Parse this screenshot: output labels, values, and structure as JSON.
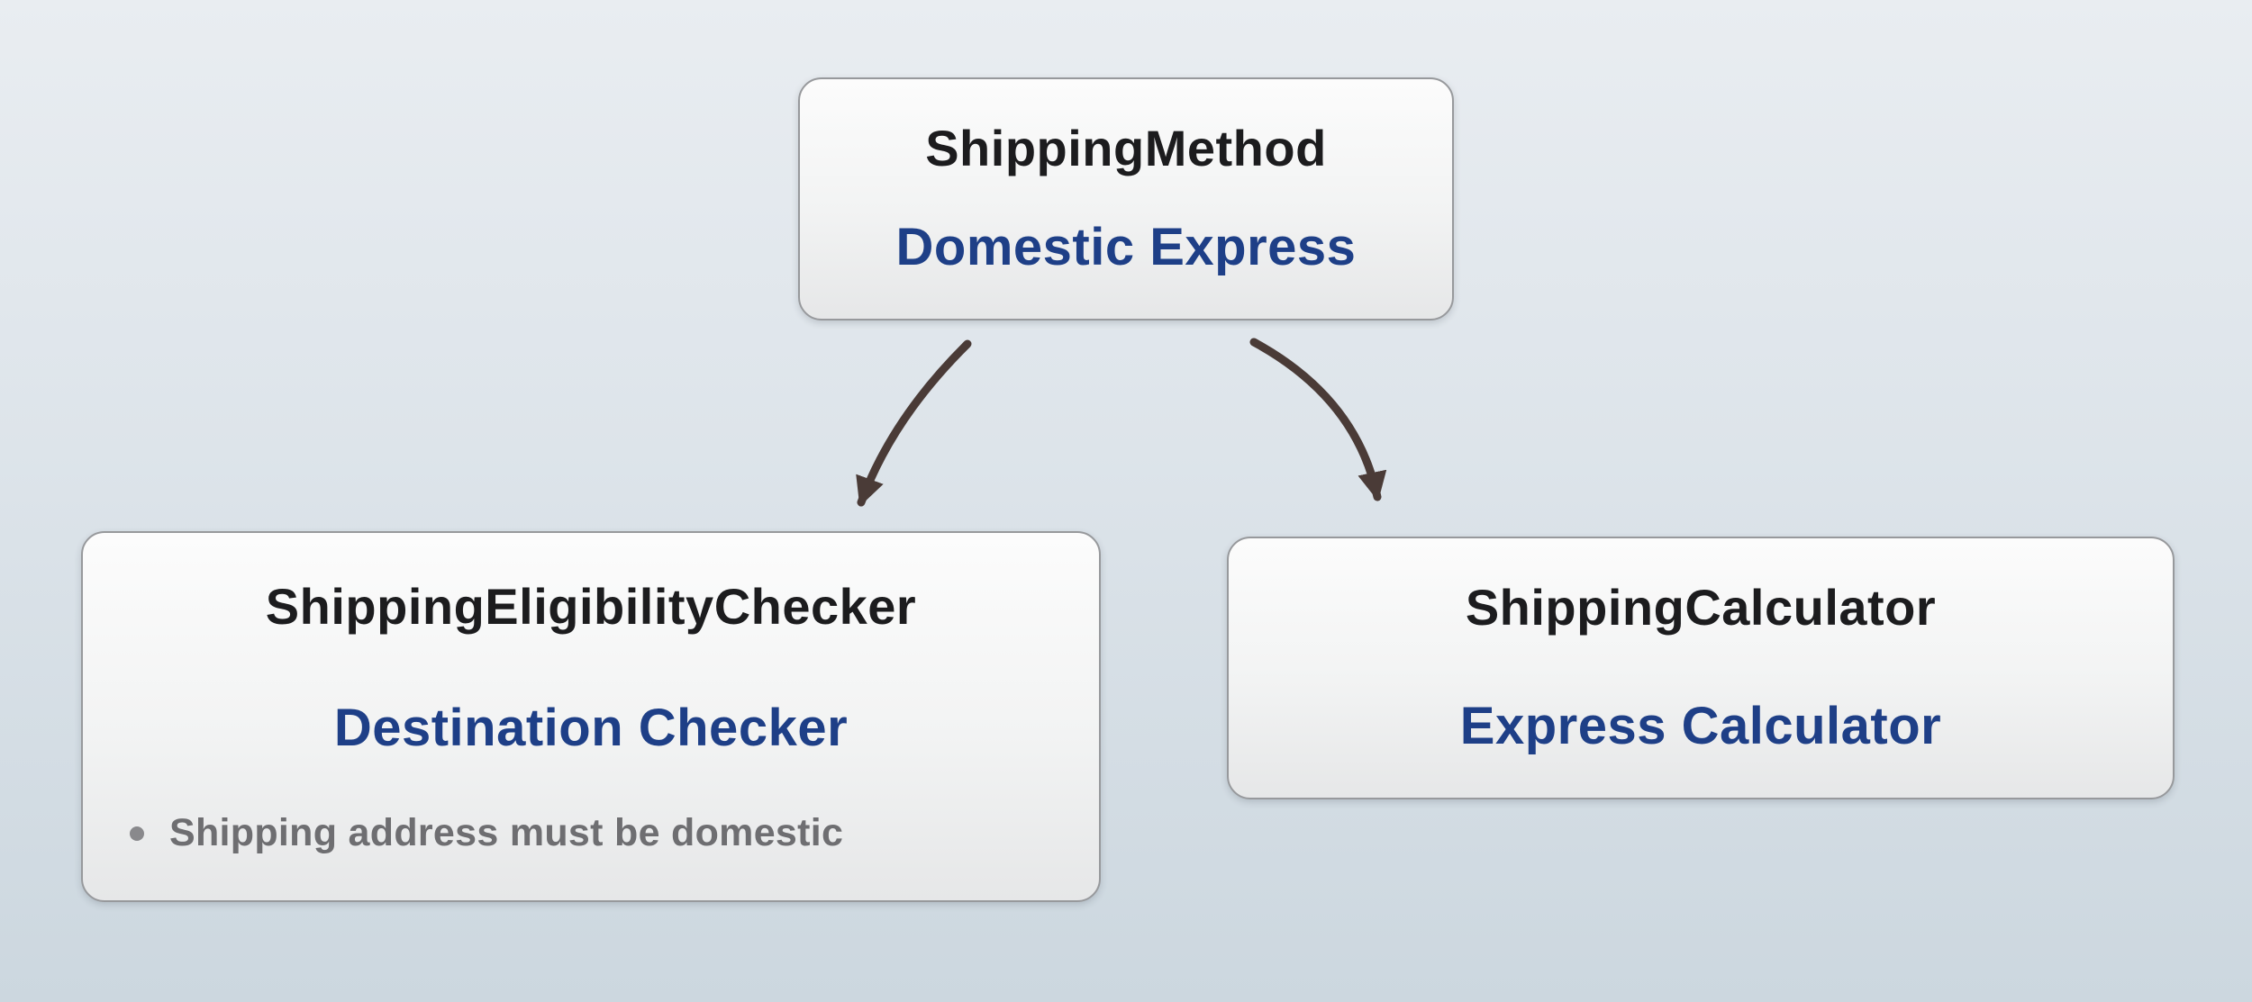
{
  "colors": {
    "arrow_color": "#4a3b37",
    "accent_blue": "#1e3f87",
    "title_dark": "#1c1c1e",
    "bullet_gray": "#6e6e71",
    "background_top": "#e9edf1",
    "background_bottom": "#ccd7df"
  },
  "nodes": {
    "root": {
      "title": "ShippingMethod",
      "subtitle": "Domestic Express"
    },
    "left": {
      "title": "ShippingEligibilityChecker",
      "subtitle": "Destination Checker",
      "bullet": "Shipping address must be domestic"
    },
    "right": {
      "title": "ShippingCalculator",
      "subtitle": "Express Calculator"
    }
  }
}
